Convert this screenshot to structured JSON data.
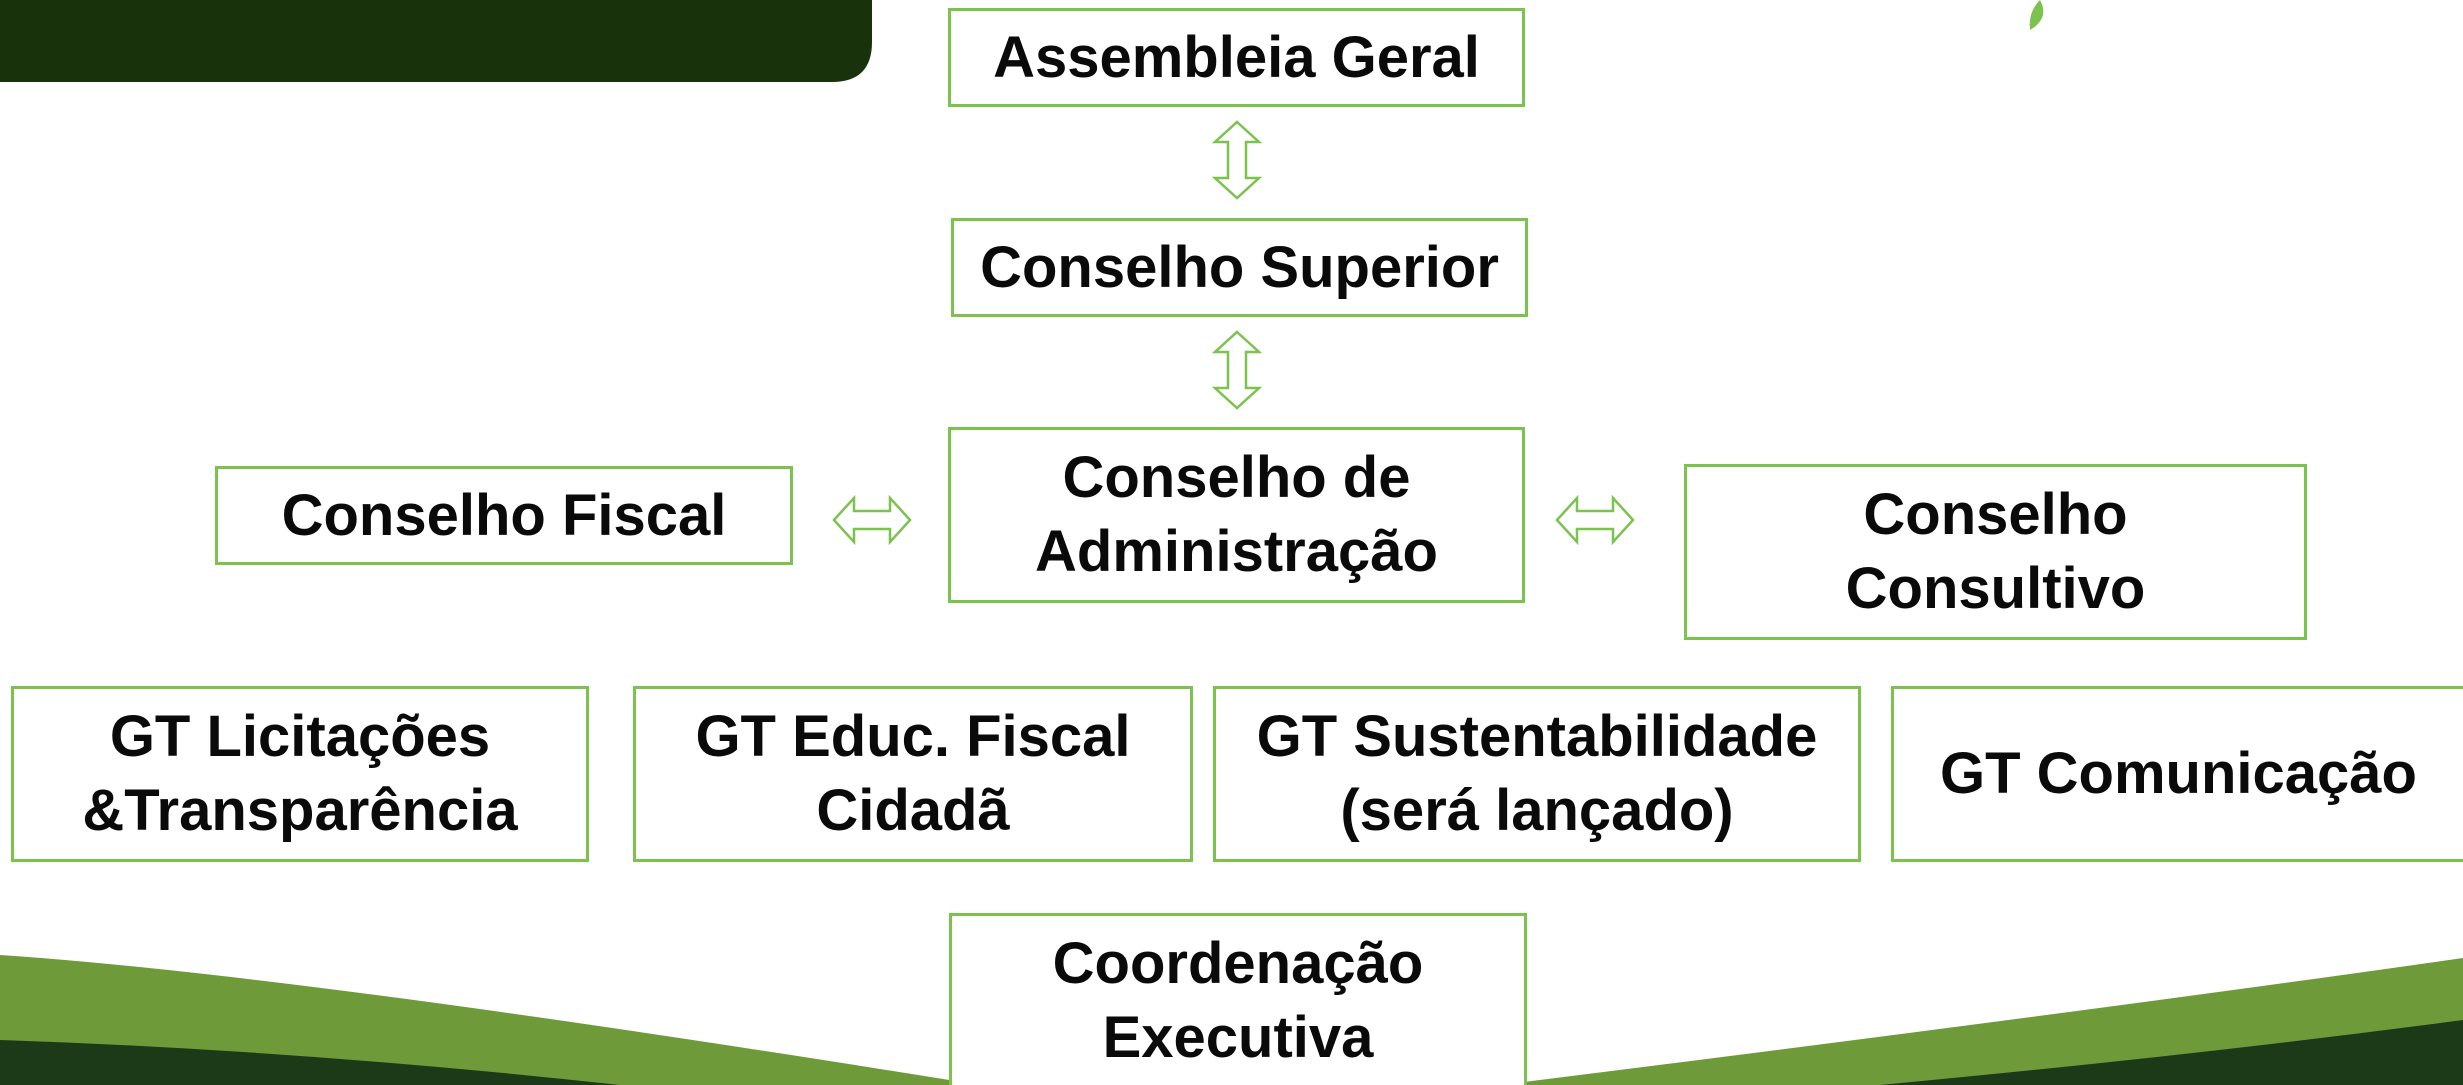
{
  "colors": {
    "box_border": "#7cc24f",
    "header_banner": "#18330c",
    "wave_light": "#6f9a3a",
    "wave_dark": "#1c3a18",
    "text": "#0a0a0a"
  },
  "header": {
    "title_fragment": ""
  },
  "nodes": {
    "assembleia": "Assembleia Geral",
    "superior": "Conselho Superior",
    "administracao": "Conselho de\nAdministração",
    "fiscal": "Conselho Fiscal",
    "consultivo": "Conselho\nConsultivo",
    "gt_licitacoes": "GT Licitações\n&Transparência",
    "gt_educ": "GT Educ. Fiscal\nCidadã",
    "gt_sustentabilidade": "GT Sustentabilidade\n(será lançado)",
    "gt_comunicacao": "GT Comunicação",
    "coordenacao": "Coordenação\nExecutiva"
  },
  "connectors": [
    {
      "from": "assembleia",
      "to": "superior",
      "kind": "bidirectional-vertical"
    },
    {
      "from": "superior",
      "to": "administracao",
      "kind": "bidirectional-vertical"
    },
    {
      "from": "fiscal",
      "to": "administracao",
      "kind": "bidirectional-horizontal"
    },
    {
      "from": "administracao",
      "to": "consultivo",
      "kind": "bidirectional-horizontal"
    }
  ],
  "decorations": [
    "header-banner",
    "leaf-icon",
    "bottom-wave"
  ]
}
